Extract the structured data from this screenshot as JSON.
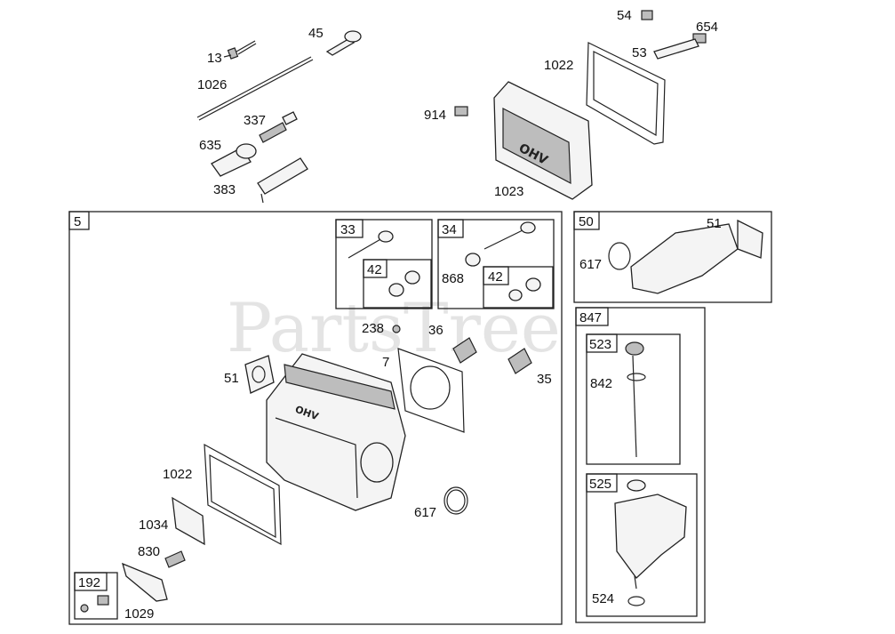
{
  "watermark": "PartsTree",
  "cover_logo": "OHV",
  "callouts": {
    "c13": "13",
    "c45": "45",
    "c1026": "1026",
    "c337": "337",
    "c635": "635",
    "c383": "383",
    "c54": "54",
    "c654": "654",
    "c1022_top": "1022",
    "c53": "53",
    "c914": "914",
    "c1023": "1023",
    "c238": "238",
    "c36": "36",
    "c7": "7",
    "c35": "35",
    "c51_left": "51",
    "c1022_bottom": "1022",
    "c1034": "1034",
    "c830": "830",
    "c1029": "1029",
    "c617_bottom": "617",
    "c868": "868",
    "c617_right": "617",
    "c51_right": "51",
    "c842": "842",
    "c524": "524"
  },
  "boxes": {
    "b5": "5",
    "b33": "33",
    "b42a": "42",
    "b34": "34",
    "b42b": "42",
    "b50": "50",
    "b847": "847",
    "b523": "523",
    "b525": "525",
    "b192": "192"
  }
}
